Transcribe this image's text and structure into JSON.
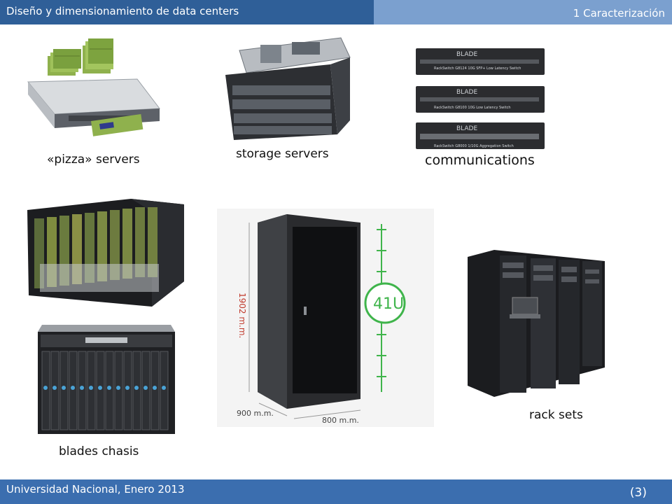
{
  "header": {
    "title": "Diseño y dimensionamiento de data centers",
    "section": "1 Caracterización"
  },
  "footer": {
    "institution": "Universidad Nacional, Enero 2013",
    "page": "(3)"
  },
  "labels": {
    "pizza": "«pizza» servers",
    "storage": "storage servers",
    "communications": "communications",
    "blades": "blades  chasis",
    "racks": "rack sets"
  },
  "switches": {
    "brand": "BLADE",
    "s1": "RackSwitch G8124 10G SFP+ Low Latency Switch",
    "s2": "RackSwitch G8100 10G Low Latency Switch",
    "s3": "RackSwitch G8000 1/10G Aggregation Switch"
  },
  "rack": {
    "height": "1902 m.m.",
    "units": "41U",
    "depth": "900 m.m.",
    "width": "800 m.m."
  },
  "colors": {
    "header_dark": "#2f5f98",
    "header_light": "#7ba0cf",
    "footer": "#3b6eaf",
    "rack_ruler": "#3fb44b",
    "dimension_text": "#c0392b"
  }
}
